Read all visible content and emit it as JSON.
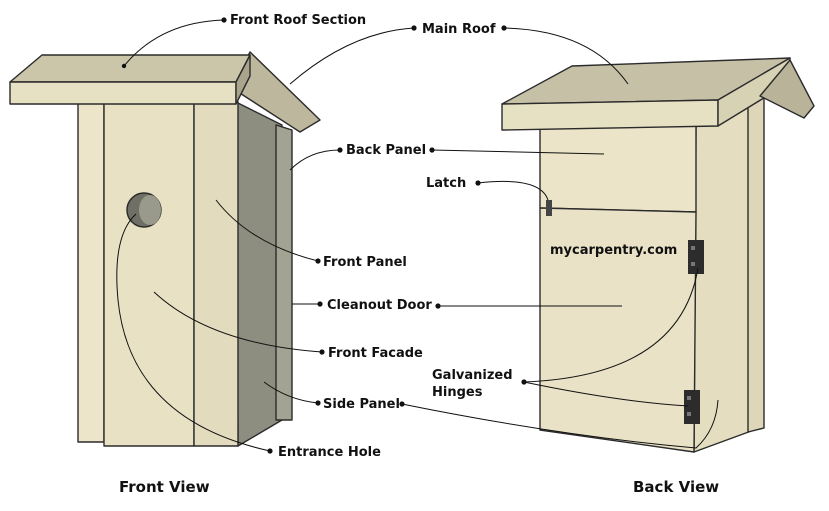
{
  "labels": {
    "front_roof_section": "Front Roof Section",
    "main_roof": "Main Roof",
    "back_panel": "Back Panel",
    "latch": "Latch",
    "front_panel": "Front Panel",
    "cleanout_door": "Cleanout Door",
    "front_facade": "Front Facade",
    "galvanized_hinges_line1": "Galvanized",
    "galvanized_hinges_line2": "Hinges",
    "side_panel": "Side Panel",
    "entrance_hole": "Entrance Hole"
  },
  "watermark": "mycarpentry.com",
  "captions": {
    "front_view": "Front View",
    "back_view": "Back View"
  },
  "colors": {
    "wood_light": "#e9e2c6",
    "wood_mid": "#ddd6b8",
    "wood_shadow": "#8a8a7c",
    "roof_top": "#c9c4a9",
    "roof_edge": "#e7e1c4",
    "hinge": "#2c2c2c"
  }
}
